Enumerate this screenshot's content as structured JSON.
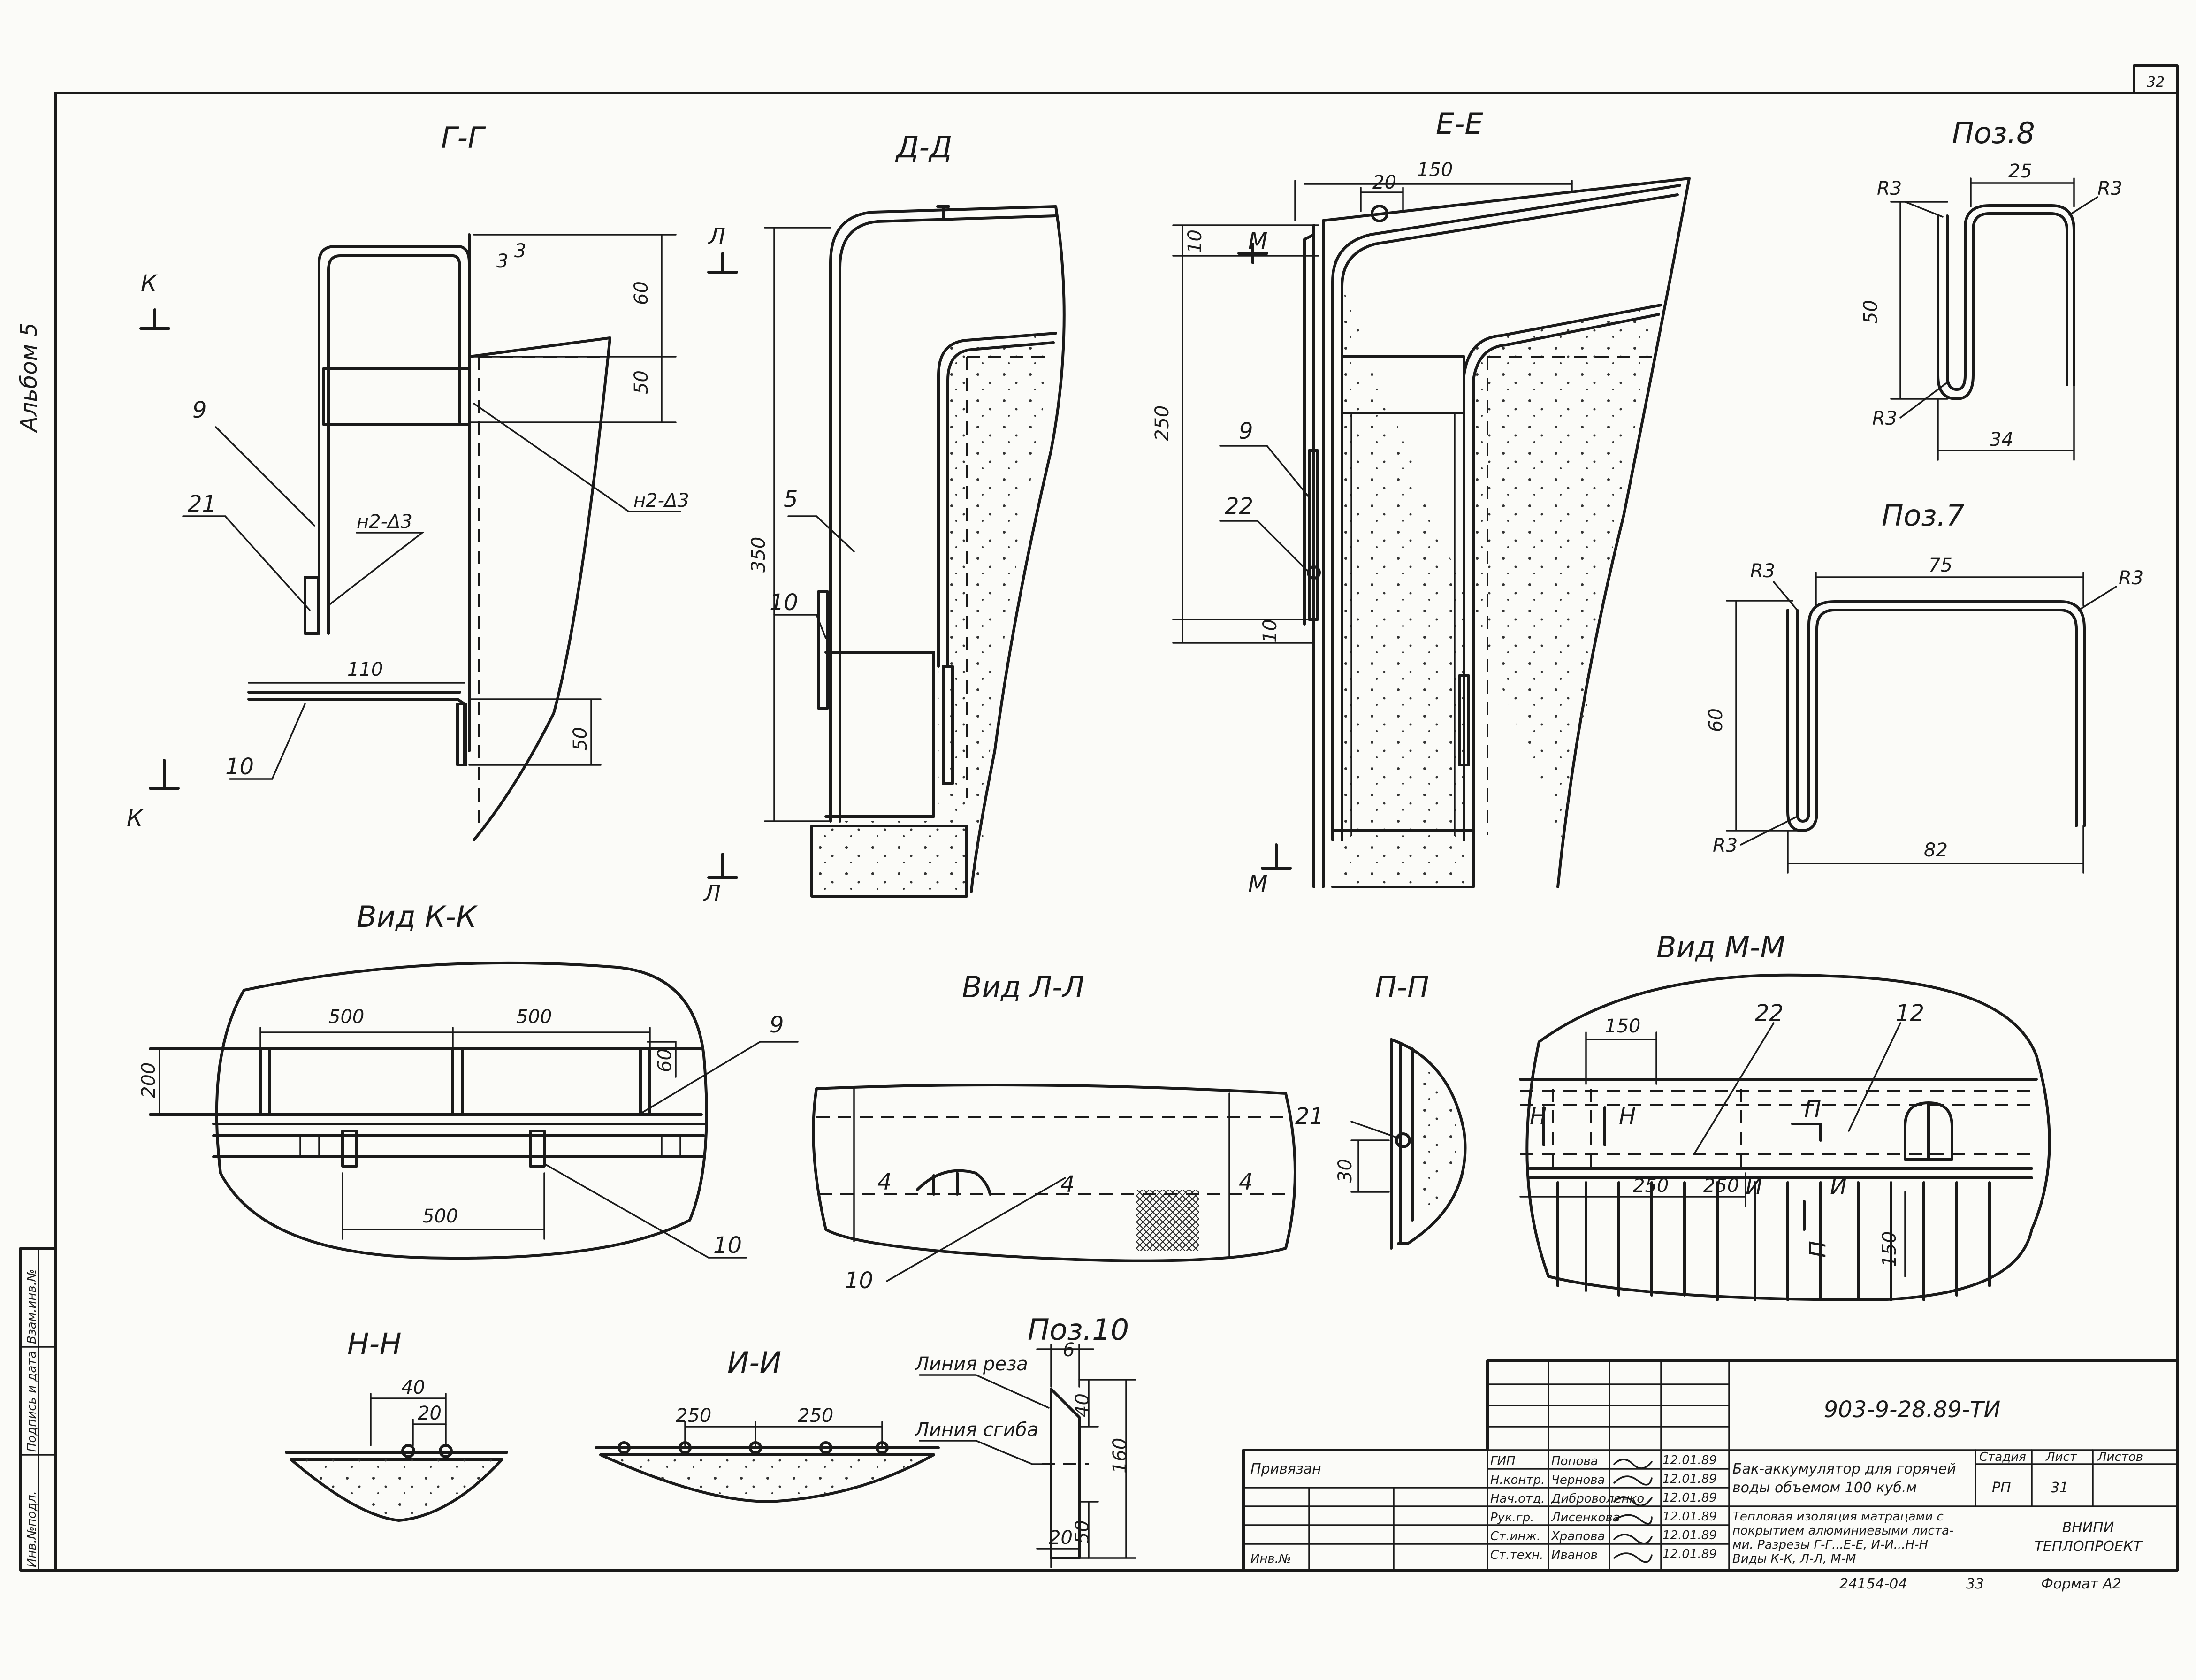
{
  "sheet": {
    "page_number": "32",
    "album": "Альбом 5",
    "bottom_note": "24154-04",
    "bottom_note2": "33",
    "format": "Формат А2",
    "margin_labels": [
      "Инв.№подл.",
      "Подпись и дата",
      "Взам.инв.№"
    ]
  },
  "views": {
    "gg": {
      "title": "Г-Г",
      "marks": [
        "К",
        "К"
      ],
      "weld1": "н2-Δ3",
      "weld2": "н2-Δ3",
      "pos": [
        "9",
        "21",
        "10"
      ],
      "dims": [
        "3",
        "3",
        "60",
        "50",
        "110",
        "50"
      ]
    },
    "dd": {
      "title": "Д-Д",
      "marks": [
        "Л",
        "Л"
      ],
      "pos": [
        "5",
        "10"
      ],
      "dims": [
        "350"
      ]
    },
    "ee": {
      "title": "Е-Е",
      "marks": [
        "М",
        "М"
      ],
      "pos": [
        "9",
        "22"
      ],
      "dims": [
        "150",
        "20",
        "10",
        "250",
        "10"
      ]
    },
    "pos8": {
      "title": "Поз.8",
      "r": [
        "R3",
        "R3",
        "R3"
      ],
      "dims": [
        "25",
        "50",
        "34"
      ]
    },
    "pos7": {
      "title": "Поз.7",
      "r": [
        "R3",
        "R3",
        "R3"
      ],
      "dims": [
        "75",
        "60",
        "82"
      ]
    },
    "kk": {
      "title": "Вид К-К",
      "dims": [
        "500",
        "500",
        "200",
        "60",
        "500"
      ],
      "pos": [
        "9",
        "10"
      ]
    },
    "ll": {
      "title": "Вид Л-Л",
      "pos": [
        "4",
        "4",
        "4",
        "10"
      ]
    },
    "pp": {
      "title": "П-П",
      "pos": [
        "21"
      ],
      "dims": [
        "30"
      ]
    },
    "mm": {
      "title": "Вид М-М",
      "dims": [
        "150",
        "250",
        "250",
        "150"
      ],
      "pos": [
        "22",
        "12"
      ],
      "marks": [
        "Н",
        "Н",
        "П",
        "П",
        "И",
        "И"
      ]
    },
    "nn": {
      "title": "Н-Н",
      "dims": [
        "40",
        "20"
      ]
    },
    "ii": {
      "title": "И-И",
      "dims": [
        "250",
        "250"
      ]
    },
    "pos10": {
      "title": "Поз.10",
      "cut": "Линия реза",
      "bend": "Линия сгиба",
      "dims": [
        "6",
        "40",
        "160",
        "50",
        "20"
      ]
    }
  },
  "titleblock": {
    "code": "903-9-28.89-ТИ",
    "privyazan": "Привязан",
    "inv": "Инв.№",
    "roles": [
      "ГИП",
      "Н.контр.",
      "Нач.отд.",
      "Рук.гр.",
      "Ст.инж.",
      "Ст.техн."
    ],
    "names": [
      "Попова",
      "Чернова",
      "Диброволенко",
      "Лисенкова",
      "Храпова",
      "Иванов"
    ],
    "dates": [
      "12.01.89",
      "12.01.89",
      "12.01.89",
      "12.01.89",
      "12.01.89",
      "12.01.89"
    ],
    "object_line1": "Бак-аккумулятор для горячей",
    "object_line2": "воды объемом 100 куб.м",
    "desc_line1": "Тепловая изоляция матрацами с",
    "desc_line2": "покрытием алюминиевыми листа-",
    "desc_line3": "ми. Разрезы Г-Г...Е-Е, И-И...Н-Н",
    "desc_line4": "Виды К-К, Л-Л, М-М",
    "stage_h": "Стадия",
    "sheet_h": "Лист",
    "sheets_h": "Листов",
    "stage": "РП",
    "sheet": "31",
    "org1": "ВНИПИ",
    "org2": "ТЕПЛОПРОЕКТ"
  }
}
